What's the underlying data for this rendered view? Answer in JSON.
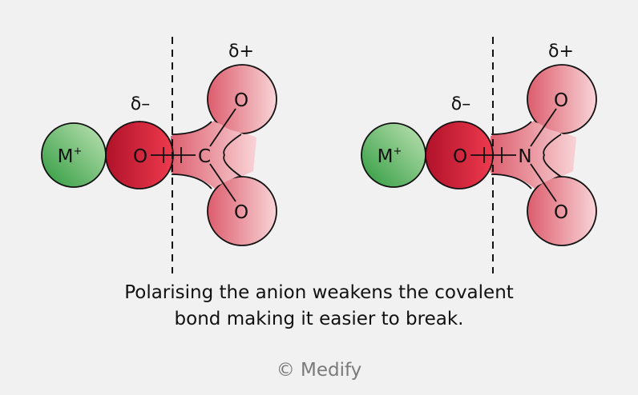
{
  "diagram": {
    "left_molecule": {
      "cation": "M",
      "cation_charge": "+",
      "partial_negative": "δ–",
      "partial_positive": "δ+",
      "bonding_oxygen": "O",
      "central_atom": "C",
      "top_oxygen": "O",
      "bottom_oxygen": "O"
    },
    "right_molecule": {
      "cation": "M",
      "cation_charge": "+",
      "partial_negative": "δ–",
      "partial_positive": "δ+",
      "bonding_oxygen": "O",
      "central_atom": "N",
      "top_oxygen": "O",
      "bottom_oxygen": "O"
    },
    "colors": {
      "cation_green_light": "#bfe3b5",
      "cation_green_dark": "#2e9a3e",
      "oxygen_red_light": "#ee3a4e",
      "oxygen_red_dark": "#b0122a",
      "anion_pink_light": "#f8d2d5",
      "anion_pink_dark": "#e26c7a",
      "outline": "#111111"
    }
  },
  "caption": {
    "line1": "Polarising the anion weakens the covalent",
    "line2": "bond making it easier to break."
  },
  "credit": "© Medify"
}
